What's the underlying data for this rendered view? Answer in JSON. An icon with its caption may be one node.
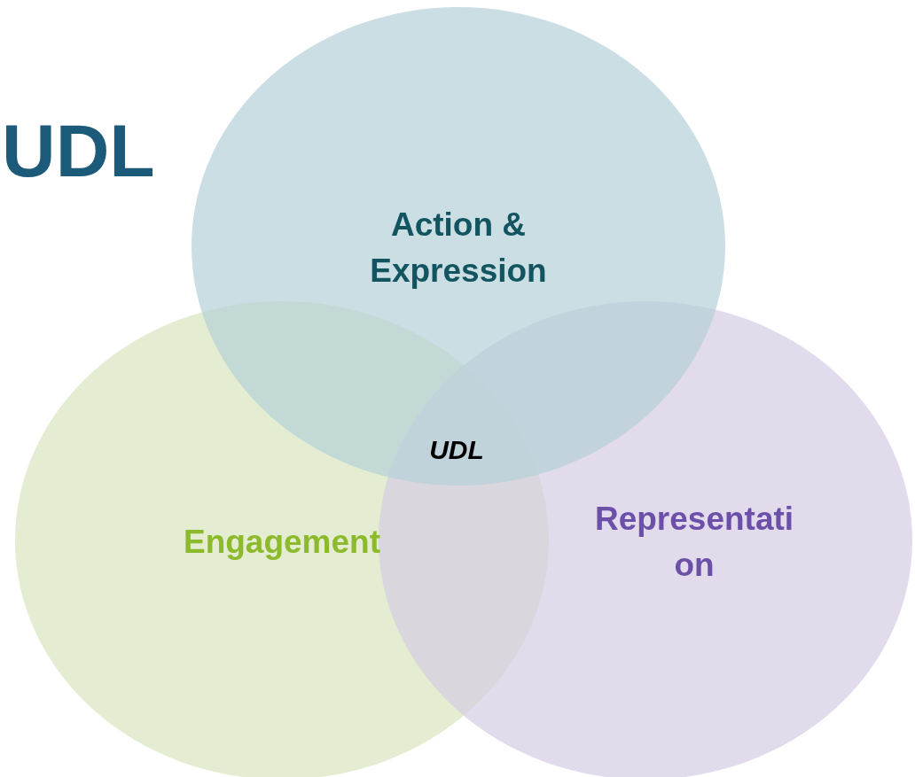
{
  "diagram": {
    "title": "UDL",
    "nodes": [
      {
        "text": [
          "Engagement"
        ]
      },
      {
        "text": [
          "Representati on"
        ]
      },
      {
        "text": [
          "Action & Expression"
        ]
      }
    ],
    "labels": [
      "UDL"
    ]
  }
}
